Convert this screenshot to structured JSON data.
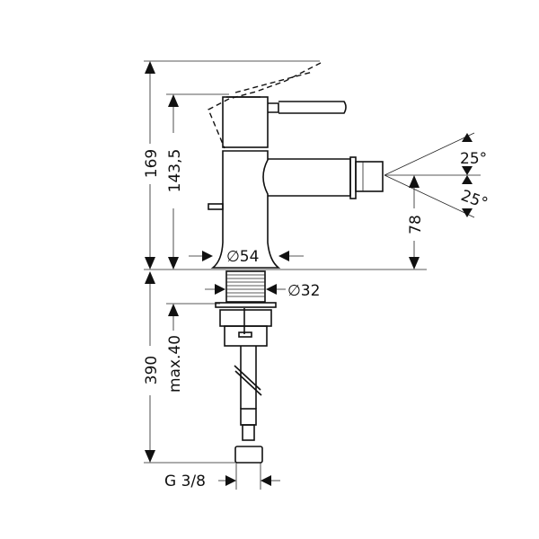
{
  "dimensions": {
    "total_height": "169",
    "lever_height": "143,5",
    "spout_height": "78",
    "body_diameter": "∅54",
    "thread_diameter": "∅32",
    "max_thickness": "max.40",
    "hose_length": "390",
    "connection": "G 3/8",
    "angle_up": "25°",
    "angle_down": "25°"
  }
}
